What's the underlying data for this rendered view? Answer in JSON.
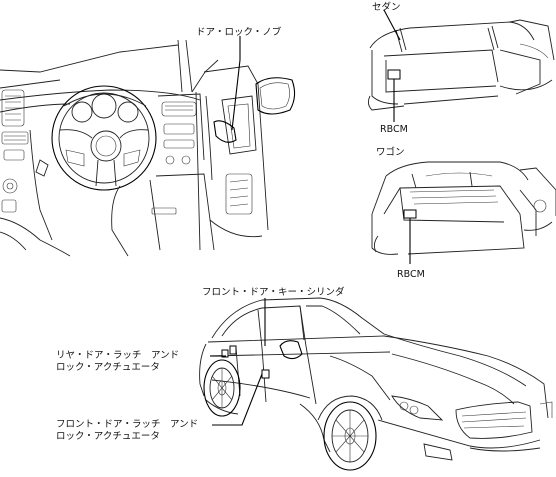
{
  "labels": {
    "door_lock_knob": "ドア・ロック・ノブ",
    "sedan": "セダン",
    "wagon": "ワゴン",
    "rbcm_sedan": "RBCM",
    "rbcm_wagon": "RBCM",
    "front_door_key_cylinder": "フロント・ドア・キー・シリンダ",
    "rear_latch_line1": "リヤ・ドア・ラッチ　アンド",
    "rear_latch_line2": "ロック・アクチュエータ",
    "front_latch_line1": "フロント・ドア・ラッチ　アンド",
    "front_latch_line2": "ロック・アクチュエータ"
  }
}
